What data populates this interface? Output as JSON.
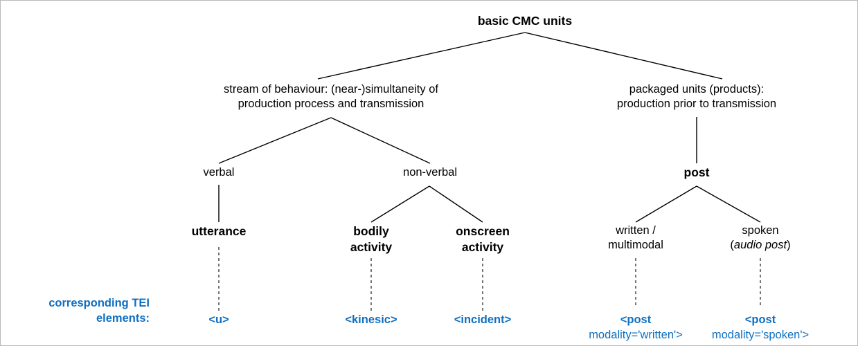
{
  "diagram": {
    "title": "basic CMC units",
    "accent_blue": "#0f6fc0",
    "line_color": "#000000",
    "dashed_color": "#3b3b3b",
    "background": "#ffffff",
    "border_color": "#b9b9b9"
  },
  "nodes": {
    "root": "basic CMC units",
    "stream": {
      "line1": "stream of behaviour: (near-)simultaneity of",
      "line2": "production process and transmission"
    },
    "packaged": {
      "line1": "packaged units (products):",
      "line2": "production prior to transmission"
    },
    "verbal": "verbal",
    "nonverbal": "non-verbal",
    "post": "post",
    "utterance": "utterance",
    "bodily": {
      "line1": "bodily",
      "line2": "activity"
    },
    "onscreen": {
      "line1": "onscreen",
      "line2": "activity"
    },
    "written": {
      "line1": "written /",
      "line2": "multimodal"
    },
    "spoken": {
      "line1": "spoken",
      "line2_open": "(",
      "line2_italic": "audio post",
      "line2_close": ")"
    }
  },
  "tei": {
    "caption": {
      "line1": "corresponding TEI",
      "line2": "elements:"
    },
    "u": "<u>",
    "kinesic": "<kinesic>",
    "incident": "<incident>",
    "post_written": {
      "line1": "<post",
      "line2": "modality='written'>"
    },
    "post_spoken": {
      "line1": "<post",
      "line2": "modality='spoken'>"
    }
  }
}
